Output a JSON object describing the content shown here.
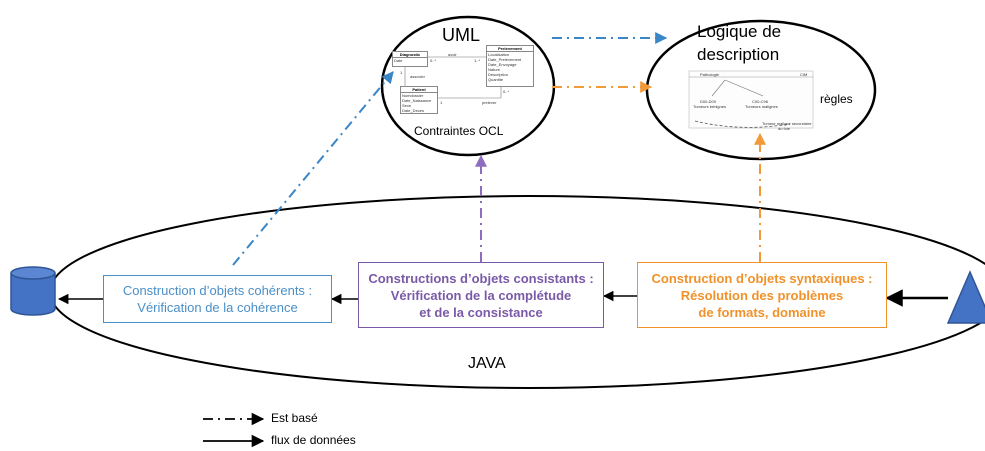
{
  "uml": {
    "title": "UML",
    "caption": "Contraintes OCL",
    "mini_diagram": {
      "class_diagnostic": {
        "name": "Diagnostic",
        "attrs": [
          "Date"
        ]
      },
      "class_prelevement": {
        "name": "Prelevement",
        "attrs": [
          "Localisation",
          "Date_Prelevement",
          "Date_Envoyage",
          "Nature",
          "Description",
          "Quantite"
        ]
      },
      "class_patient": {
        "name": "Patient",
        "attrs": [
          "Numdossier",
          "Date_Naissance",
          "Sexe",
          "Date_Deces"
        ]
      },
      "labels": [
        "avoir",
        "0..*",
        "1..*",
        "1",
        "associer",
        "0..*",
        "1",
        "prelever"
      ]
    }
  },
  "logic": {
    "title_line1": "Logique de",
    "title_line2": "description",
    "rules": "règles",
    "mini_diagram": {
      "top_left": "Pathologie",
      "top_right": "CIM",
      "node1_line1": "D00-D09",
      "node1_line2": "Tumeurs bénignes",
      "node2_line1": "C00-C96",
      "node2_line2": "Tumeurs malignes",
      "bottom_label": "Tumeur maligne secondaire",
      "bottom_label2": "du foie"
    }
  },
  "java_label": "JAVA",
  "boxes": {
    "coherent": {
      "line1": "Construction d’objets cohérents :",
      "line2": "Vérification de la cohérence",
      "color": "#4a8fc7"
    },
    "consistent": {
      "line1": "Constructions d’objets consistants :",
      "line2": "Vérification de la complétude",
      "line3": "et de la consistance",
      "color": "#7a5aa8"
    },
    "syntactic": {
      "line1": "Construction d’objets syntaxiques :",
      "line2": "Résolution des problèmes",
      "line3": "de formats, domaine",
      "color": "#f0922b"
    }
  },
  "legend": {
    "based_on": "Est basé",
    "data_flow": "flux de données"
  },
  "colors": {
    "database": "#4472c4",
    "triangle": "#4472c4",
    "arrow_blue": "#3a86c6",
    "arrow_purple": "#8e6cc0",
    "arrow_orange": "#f2993a"
  }
}
